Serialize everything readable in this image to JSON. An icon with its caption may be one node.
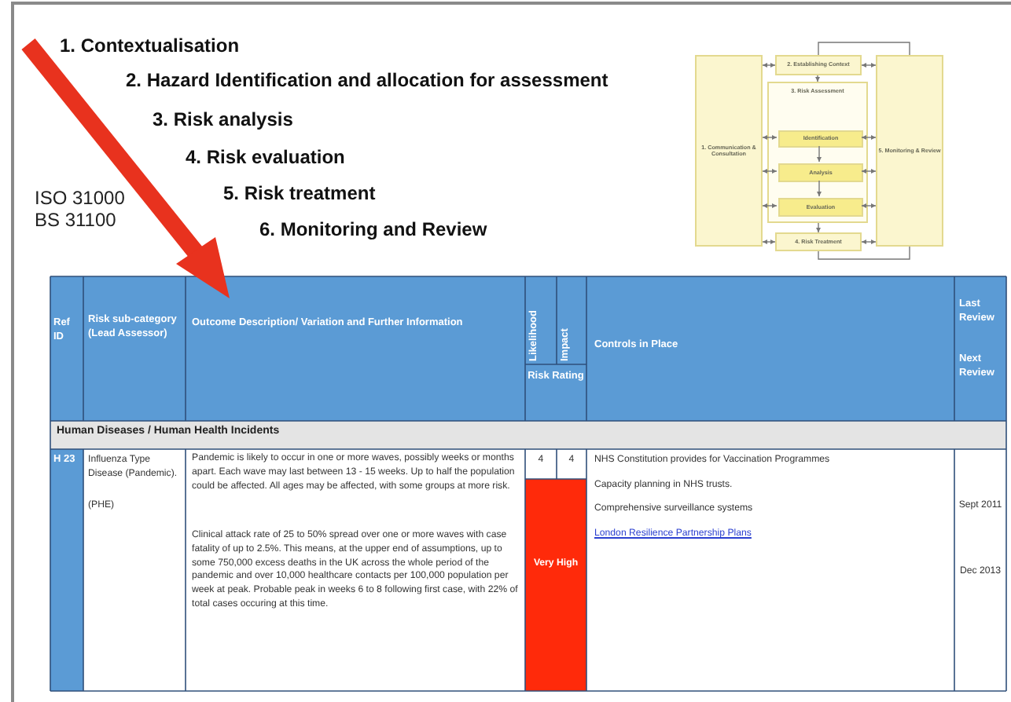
{
  "diagram": {
    "nodes": [
      {
        "text": [
          "1. Communication & Consultation"
        ]
      },
      {
        "text": [
          "2. Establishing Context"
        ]
      },
      {
        "text": [
          "3. Risk Assessment"
        ]
      },
      {
        "text": [
          "Identification"
        ],
        "in": 2
      },
      {
        "text": [
          "Analysis"
        ],
        "in": 2
      },
      {
        "text": [
          "Evaluation"
        ],
        "in": 2
      },
      {
        "text": [
          "4. Risk Treatment"
        ]
      },
      {
        "text": [
          "5. Monitoring & Review"
        ]
      }
    ],
    "edges": [
      {
        "from": 1,
        "to": 2,
        "arrow": "to"
      },
      {
        "from": 3,
        "to": 4,
        "arrow": "to"
      },
      {
        "from": 4,
        "to": 5,
        "arrow": "to"
      },
      {
        "from": 2,
        "to": 6,
        "arrow": "to"
      },
      {
        "from": 0,
        "to": 1,
        "arrow": "both"
      },
      {
        "from": 0,
        "to": 3,
        "arrow": "both"
      },
      {
        "from": 0,
        "to": 4,
        "arrow": "both"
      },
      {
        "from": 0,
        "to": 5,
        "arrow": "both"
      },
      {
        "from": 0,
        "to": 6,
        "arrow": "both"
      },
      {
        "from": 1,
        "to": 7,
        "arrow": "both"
      },
      {
        "from": 3,
        "to": 7,
        "arrow": "both"
      },
      {
        "from": 4,
        "to": 7,
        "arrow": "both"
      },
      {
        "from": 5,
        "to": 7,
        "arrow": "both"
      },
      {
        "from": 6,
        "to": 7,
        "arrow": "both"
      },
      {
        "from": 1,
        "to": 7,
        "arrow": "none"
      },
      {
        "from": 6,
        "to": 7,
        "arrow": "none"
      }
    ],
    "labels": [
      "1. Contextualisation",
      "2. Hazard Identification and allocation for assessment",
      "3. Risk analysis",
      "4. Risk evaluation",
      "5. Risk treatment",
      "6. Monitoring and Review",
      "ISO 31000",
      "BS 31100",
      "Ref ID",
      "Risk sub-category (Lead Assessor)",
      "Outcome Description/ Variation and Further Information",
      "Likelihood",
      "Impact",
      "Controls in Place",
      "Last Review",
      "Next Review",
      "Risk Rating",
      "Human Diseases / Human Health Incidents",
      "H 23",
      "Influenza Type Disease (Pandemic).",
      "(PHE)",
      "Pandemic is likely to occur in one or more waves, possibly weeks or months apart. Each wave may last between 13 - 15 weeks. Up to half the population could be affected. All ages may be affected, with some groups at more risk.",
      "Clinical attack rate of 25 to 50% spread over one or more waves with case fatality of up to 2.5%. This means, at the upper end of assumptions, up to some 750,000 excess deaths in the UK across the whole period of the pandemic and over 10,000 healthcare contacts per 100,000 population per week at peak. Probable peak in weeks 6 to 8 following first case, with 22% of total cases occuring at this time.",
      "4",
      "4",
      "NHS Constitution provides for Vaccination Programmes",
      "Capacity planning in NHS trusts.",
      "Comprehensive surveillance systems",
      "London Resilience Partnership Plans",
      "Very High",
      "Sept 2011",
      "Dec 2013"
    ]
  }
}
